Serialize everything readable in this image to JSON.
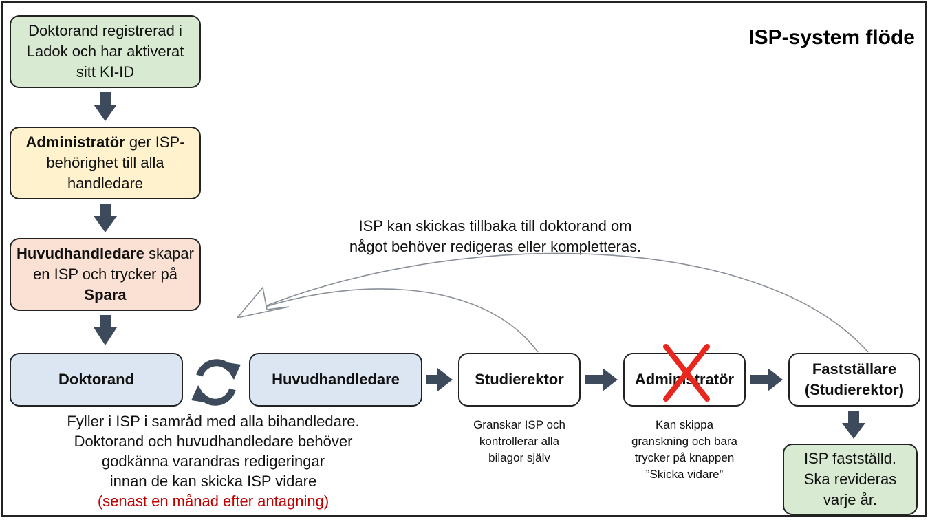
{
  "title": "ISP-system flöde",
  "boxes": {
    "registered": "Doktorand registrerad i Ladok och har aktiverat sitt KI-ID",
    "admin_bold": "Administratör",
    "admin_rest": " ger ISP-behörighet till alla handledare",
    "main_bold": "Huvudhandledare",
    "main_mid": " skapar en ISP och trycker på ",
    "main_save": "Spara",
    "doktorand": "Doktorand",
    "huvudhandledare": "Huvudhandledare",
    "studierektor": "Studierektor",
    "administrator": "Administratör",
    "faststallare_line1": "Fastställare",
    "faststallare_line2": "(Studierektor)",
    "done": "ISP fastställd. Ska revideras varje år."
  },
  "notes": {
    "return_line1": "ISP kan skickas tillbaka till doktorand om",
    "return_line2": "något behöver redigeras eller kompletteras.",
    "fill_1": "Fyller i ISP i samråd med alla bihandledare.",
    "fill_2": "Doktorand och huvudhandledare behöver",
    "fill_3": "godkänna varandras redigeringar",
    "fill_4": "innan de kan skicka ISP vidare",
    "fill_deadline": "(senast en månad efter antagning)",
    "review_1": "Granskar ISP och",
    "review_2": "kontrollerar alla",
    "review_3": "bilagor själv",
    "skip_1": "Kan skippa",
    "skip_2": "granskning och bara",
    "skip_3": "trycker på knappen",
    "skip_4": "”Skicka vidare”"
  },
  "colors": {
    "green": "#d9ead3",
    "yellow": "#fff2cc",
    "peach": "#fbe1d3",
    "blue": "#dbe6f2",
    "arrow": "#3d4a5c",
    "red_text": "#c00000",
    "red_cross": "#e8271f"
  },
  "icons": [
    "arrow-down-icon",
    "arrow-right-icon",
    "cycle-icon",
    "red-cross-icon",
    "return-arrow-icon"
  ]
}
